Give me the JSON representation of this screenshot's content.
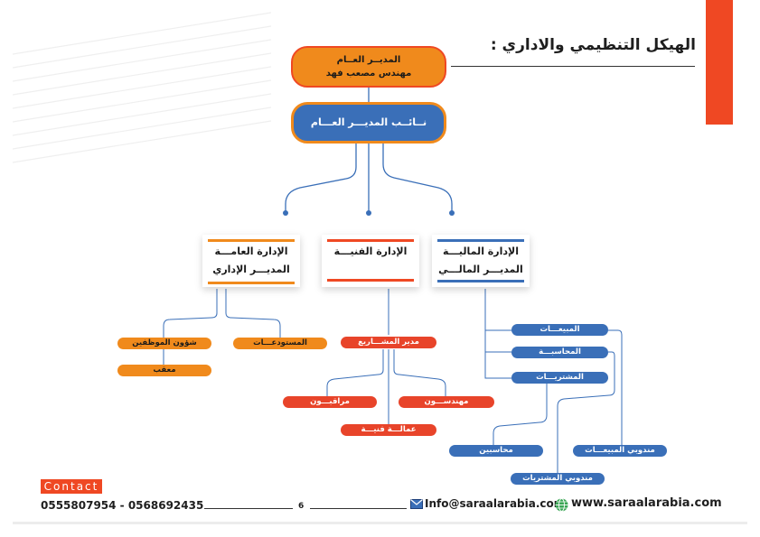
{
  "title": "الهيكل التنظيمي والاداري :",
  "general_manager": {
    "title": "المديــر العــام",
    "name": "مهندس مصعب فهد"
  },
  "deputy_manager": {
    "label": "نــائــب المديـــر العـــام"
  },
  "departments": {
    "admin": {
      "line1": "الإدارة العامـــة",
      "line2": "المديـــر الإداري"
    },
    "technical": {
      "line1": "الإدارة الفنيـــة"
    },
    "financial": {
      "line1": "الإدارة الماليـــة",
      "line2": "المديـــر المالـــي"
    }
  },
  "admin_units": {
    "warehouses": "المستودعـــات",
    "employee_affairs": "شؤون الموظفين",
    "follow_up": "معقب"
  },
  "technical_units": {
    "projects_manager": "مدير المشـــاريع",
    "supervisors": "مراقبـــون",
    "engineers": "مهندســـون",
    "technical_labor": "عمالـــة فنيـــة"
  },
  "financial_units": {
    "sales": "المبيعـــات",
    "accounting": "المحاسبـــة",
    "purchasing": "المشتريـــات",
    "accountants": "محاسبين",
    "sales_reps": "مندوبي المبيعـــات",
    "purchasing_reps": "مندوبي المشتريات"
  },
  "footer": {
    "contact_label": "Contact",
    "phones": "0555807954 - 0568692435",
    "page_number": "6",
    "email": "Info@saraalarabia.com",
    "website": "www.saraalarabia.com"
  },
  "colors": {
    "orange": "#f08a1c",
    "red": "#ef4823",
    "blue": "#3a6fb8"
  }
}
